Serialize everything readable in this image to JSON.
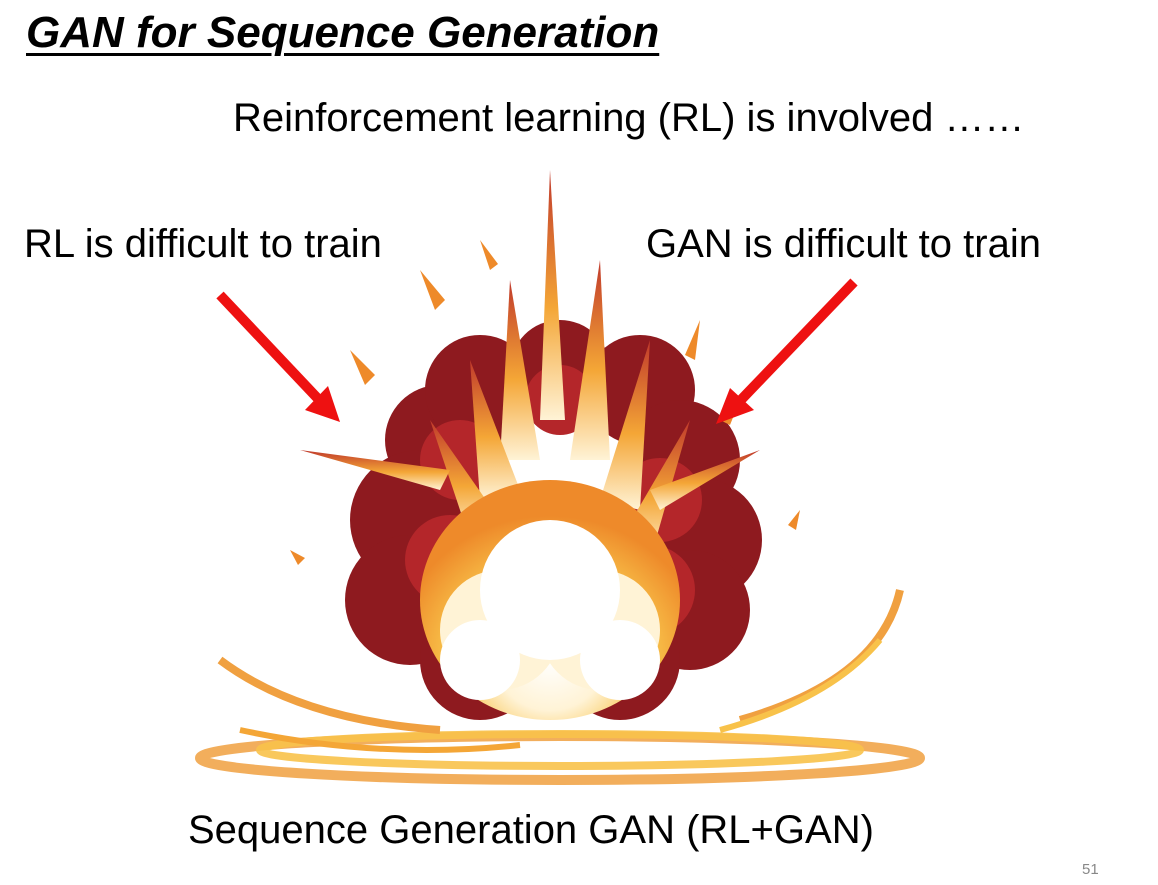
{
  "slide": {
    "title": "GAN for Sequence Generation",
    "subtitle": "Reinforcement learning (RL) is involved ……",
    "left_label": "RL is difficult to train",
    "right_label": "GAN is difficult to train",
    "caption": "Sequence Generation GAN (RL+GAN)",
    "page_number": "51"
  },
  "colors": {
    "arrow": "#ee1111",
    "smoke_dark": "#8e1a1f",
    "smoke_mid": "#b4262a",
    "flame_orange": "#ee8a2a",
    "flame_yellow": "#f8c24a",
    "core": "#fff6e0"
  },
  "icons": {
    "left_arrow": "arrow-down-right-icon",
    "right_arrow": "arrow-down-left-icon",
    "illustration": "explosion-illustration"
  }
}
